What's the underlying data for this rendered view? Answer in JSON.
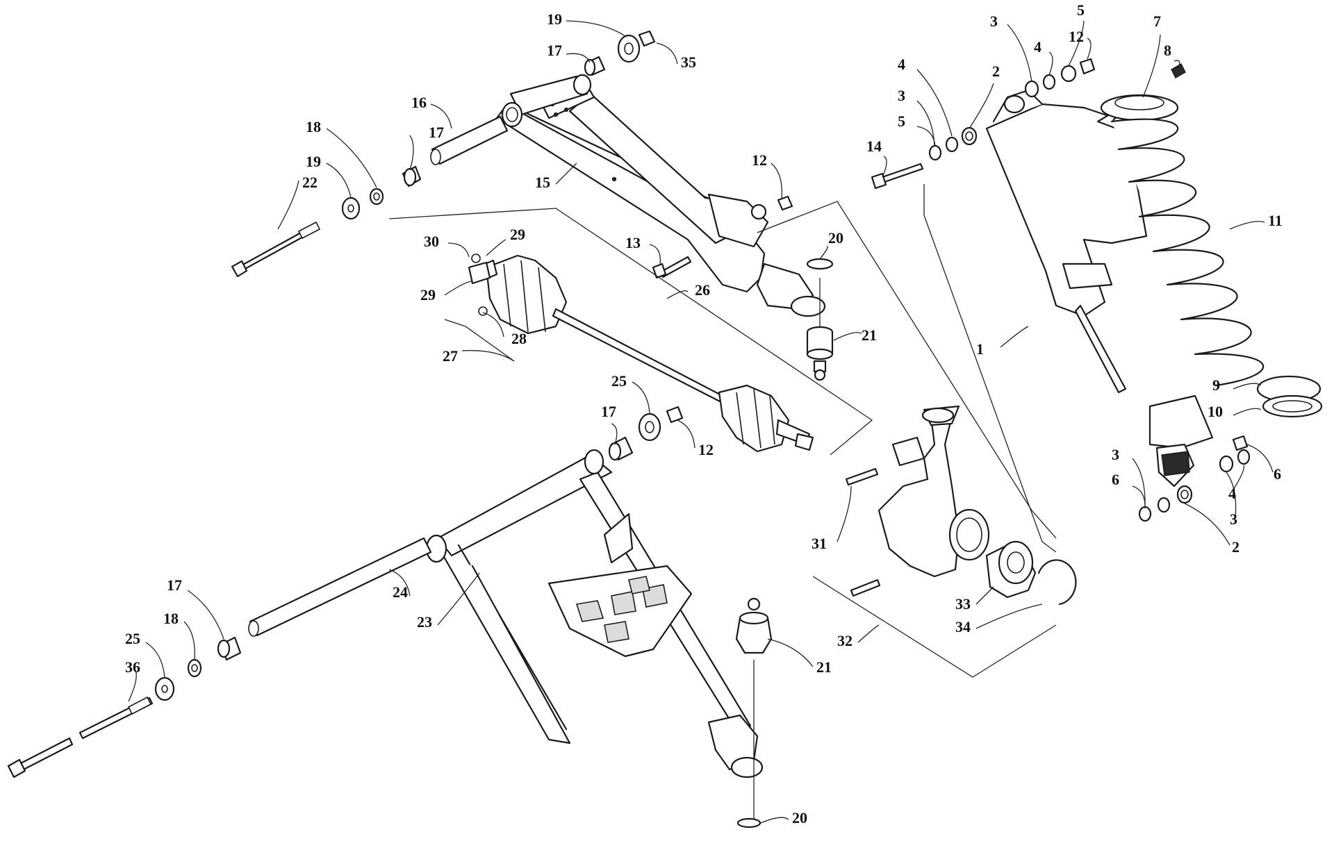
{
  "callouts": [
    {
      "id": "c1",
      "label": "1"
    },
    {
      "id": "c2a",
      "label": "2"
    },
    {
      "id": "c2b",
      "label": "2"
    },
    {
      "id": "c3a",
      "label": "3"
    },
    {
      "id": "c3b",
      "label": "3"
    },
    {
      "id": "c3c",
      "label": "3"
    },
    {
      "id": "c3d",
      "label": "3"
    },
    {
      "id": "c4a",
      "label": "4"
    },
    {
      "id": "c4b",
      "label": "4"
    },
    {
      "id": "c4c",
      "label": "4"
    },
    {
      "id": "c5a",
      "label": "5"
    },
    {
      "id": "c5b",
      "label": "5"
    },
    {
      "id": "c6a",
      "label": "6"
    },
    {
      "id": "c6b",
      "label": "6"
    },
    {
      "id": "c7",
      "label": "7"
    },
    {
      "id": "c8",
      "label": "8"
    },
    {
      "id": "c9",
      "label": "9"
    },
    {
      "id": "c10",
      "label": "10"
    },
    {
      "id": "c11",
      "label": "11"
    },
    {
      "id": "c12a",
      "label": "12"
    },
    {
      "id": "c12b",
      "label": "12"
    },
    {
      "id": "c12c",
      "label": "12"
    },
    {
      "id": "c13",
      "label": "13"
    },
    {
      "id": "c14",
      "label": "14"
    },
    {
      "id": "c15",
      "label": "15"
    },
    {
      "id": "c16",
      "label": "16"
    },
    {
      "id": "c17a",
      "label": "17"
    },
    {
      "id": "c17b",
      "label": "17"
    },
    {
      "id": "c17c",
      "label": "17"
    },
    {
      "id": "c17d",
      "label": "17"
    },
    {
      "id": "c18a",
      "label": "18"
    },
    {
      "id": "c18b",
      "label": "18"
    },
    {
      "id": "c19a",
      "label": "19"
    },
    {
      "id": "c19b",
      "label": "19"
    },
    {
      "id": "c20a",
      "label": "20"
    },
    {
      "id": "c20b",
      "label": "20"
    },
    {
      "id": "c21a",
      "label": "21"
    },
    {
      "id": "c21b",
      "label": "21"
    },
    {
      "id": "c22",
      "label": "22"
    },
    {
      "id": "c23",
      "label": "23"
    },
    {
      "id": "c24",
      "label": "24"
    },
    {
      "id": "c25a",
      "label": "25"
    },
    {
      "id": "c25b",
      "label": "25"
    },
    {
      "id": "c26",
      "label": "26"
    },
    {
      "id": "c27",
      "label": "27"
    },
    {
      "id": "c28",
      "label": "28"
    },
    {
      "id": "c29a",
      "label": "29"
    },
    {
      "id": "c29b",
      "label": "29"
    },
    {
      "id": "c30",
      "label": "30"
    },
    {
      "id": "c31",
      "label": "31"
    },
    {
      "id": "c32",
      "label": "32"
    },
    {
      "id": "c33",
      "label": "33"
    },
    {
      "id": "c34",
      "label": "34"
    },
    {
      "id": "c35",
      "label": "35"
    },
    {
      "id": "c36",
      "label": "36"
    }
  ]
}
